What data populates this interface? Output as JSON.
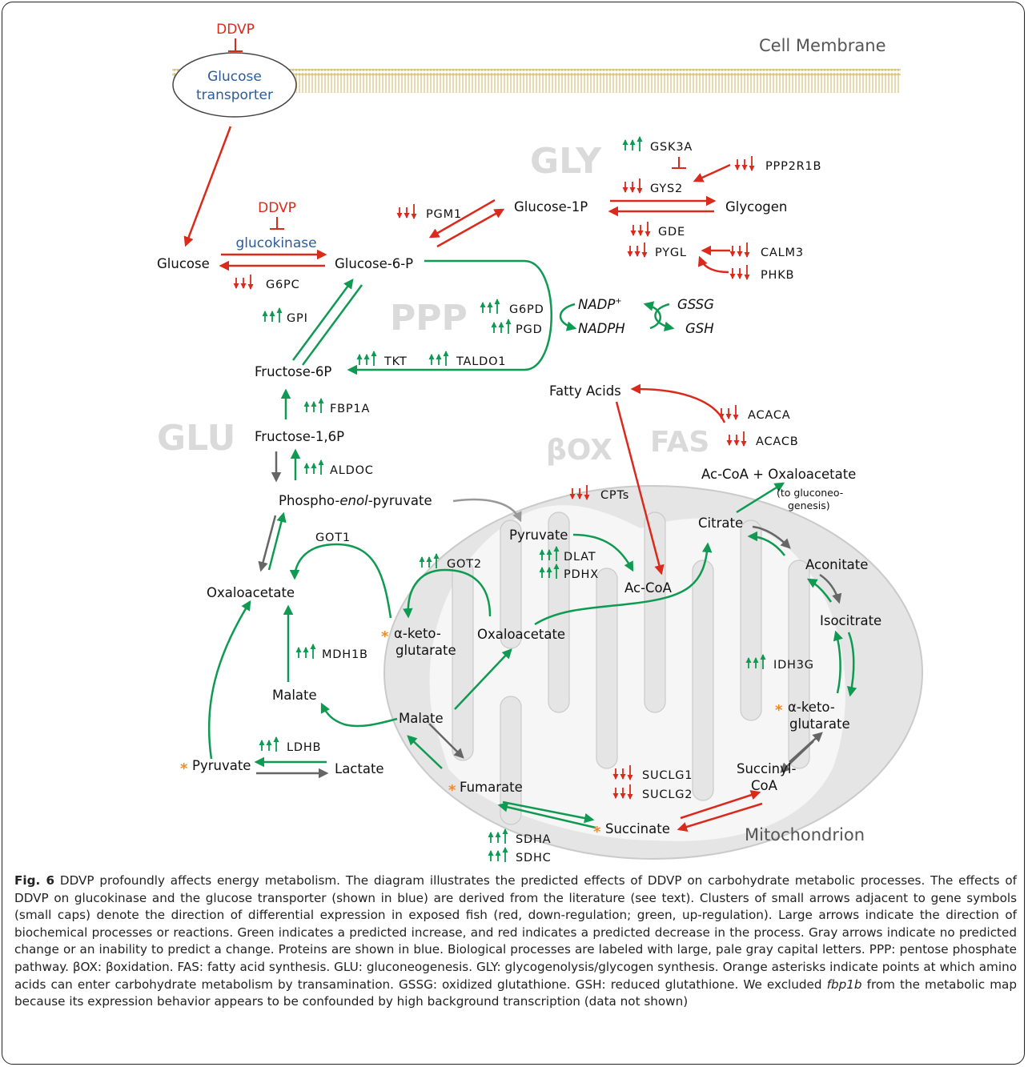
{
  "labels": {
    "cell_membrane": "Cell Membrane",
    "mitochondrion": "Mitochondrion",
    "glucose_transporter_line1": "Glucose",
    "glucose_transporter_line2": "transporter",
    "glucokinase": "glucokinase",
    "ddvp_1": "DDVP",
    "ddvp_2": "DDVP"
  },
  "processes": {
    "gly": "GLY",
    "ppp": "PPP",
    "glu": "GLU",
    "box": "βOX",
    "fas": "FAS"
  },
  "metabolites": {
    "glucose": "Glucose",
    "glucose_6p": "Glucose-6-P",
    "glucose_1p": "Glucose-1P",
    "glycogen": "Glycogen",
    "fructose_6p": "Fructose-6P",
    "fructose_16p": "Fructose-1,6P",
    "pep_prefix": "Phospho-",
    "pep_italic": "enol",
    "pep_suffix": "-pyruvate",
    "oxaloacetate_cyto": "Oxaloacetate",
    "malate_cyto": "Malate",
    "pyruvate_cyto": "Pyruvate",
    "lactate": "Lactate",
    "akg_cyto_1": "α-keto-",
    "akg_cyto_2": "glutarate",
    "fatty_acids": "Fatty Acids",
    "acoa_oaa": "Ac-CoA + Oxaloacetate",
    "to_gluconeo_1": "(to gluconeo-",
    "to_gluconeo_2": "genesis)",
    "nadp": "NADP",
    "nadp_sup": "+",
    "nadph": "NADPH",
    "gssg": "GSSG",
    "gsh": "GSH",
    "pyruvate_mito": "Pyruvate",
    "acoa": "Ac-CoA",
    "oxaloacetate_mito": "Oxaloacetate",
    "malate_mito": "Malate",
    "fumarate": "Fumarate",
    "succinate": "Succinate",
    "succinyl_coa_1": "Succinyl-",
    "succinyl_coa_2": "CoA",
    "akg_mito_1": "α-keto-",
    "akg_mito_2": "glutarate",
    "isocitrate": "Isocitrate",
    "aconitate": "Aconitate",
    "citrate": "Citrate"
  },
  "genes": {
    "gsk3a": "GSK3A",
    "ppp2r1b": "PPP2R1B",
    "gys2": "GYS2",
    "pgm1": "PGM1",
    "gde": "GDE",
    "pygl": "PYGL",
    "calm3": "CALM3",
    "phkb": "PHKB",
    "g6pc": "G6PC",
    "gpi": "GPI",
    "g6pd": "G6PD",
    "pgd": "PGD",
    "tkt": "TKT",
    "taldo1": "TALDO1",
    "fbp1a": "FBP1A",
    "aldoc": "ALDOC",
    "acaca": "ACACA",
    "acacb": "ACACB",
    "cpts": "CPTs",
    "got1": "GOT1",
    "got2": "GOT2",
    "dlat": "DLAT",
    "pdhx": "PDHX",
    "mdh1b": "MDH1B",
    "ldhb": "LDHB",
    "idh3g": "IDH3G",
    "suclg1": "SUCLG1",
    "suclg2": "SUCLG2",
    "sdha": "SDHA",
    "sdhc": "SDHC"
  },
  "colors": {
    "up": "#0f9a52",
    "down": "#d92a1c",
    "neutral": "#666666",
    "protein": "#2a5c9a",
    "asterisk": "#f08a24",
    "process": "#dadada"
  },
  "caption": {
    "fig": "Fig. 6",
    "p1": " DDVP profoundly affects energy metabolism. The diagram illustrates the predicted effects of DDVP on carbohydrate metabolic processes. The effects of DDVP on glucokinase and the glucose transporter (shown in blue) are derived from the literature (see text). Clusters of small arrows adjacent to gene symbols (small caps) denote the direction of differential expression in exposed fish (red, down-regulation; green, up-regulation). Large arrows indicate the direction of biochemical processes or reactions. Green indicates a predicted increase, and red indicates a predicted decrease in the process. Gray arrows indicate no predicted change or an inability to predict a change. Proteins are shown in blue. Biological processes are labeled with large, pale gray capital letters. PPP: pentose phosphate pathway. βOX: βoxidation. FAS: fatty acid synthesis. GLU: gluconeogenesis. GLY: glycogenolysis/glycogen synthesis. Orange asterisks indicate points at which amino acids can enter carbohydrate metabolism by transamination. GSSG: oxidized glutathione. GSH: reduced glutathione. We excluded ",
    "italic": "fbp1b",
    "p2": " from the metabolic map because its expression behavior appears to be confounded by high background transcription (data not shown)"
  }
}
